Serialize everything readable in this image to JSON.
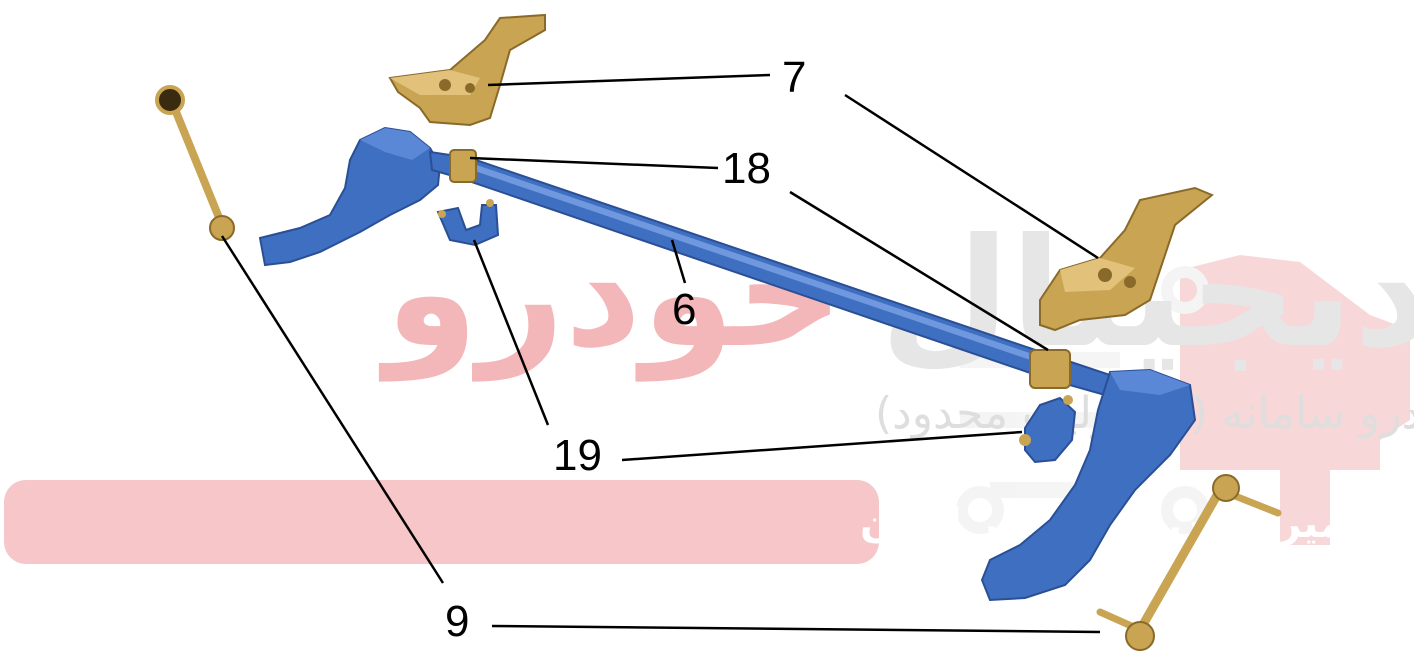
{
  "watermark": {
    "logo_red": "خودرو",
    "logo_grey": "دیجیتال",
    "subtitle": "شرکت دیجیتال خودرو سامانه (مسئولیت محدود)",
    "banner": "اولین سامانه دیجیتال تعمیرکاران خودرو در ایران"
  },
  "callouts": {
    "part_7": "7",
    "part_18": "18",
    "part_6": "6",
    "part_19": "19",
    "part_9": "9"
  },
  "colors": {
    "blue_part": "#3f6fc0",
    "gold_part": "#c9a452",
    "watermark_red": "#f3b7b9",
    "watermark_grey": "#e6e6e6"
  }
}
